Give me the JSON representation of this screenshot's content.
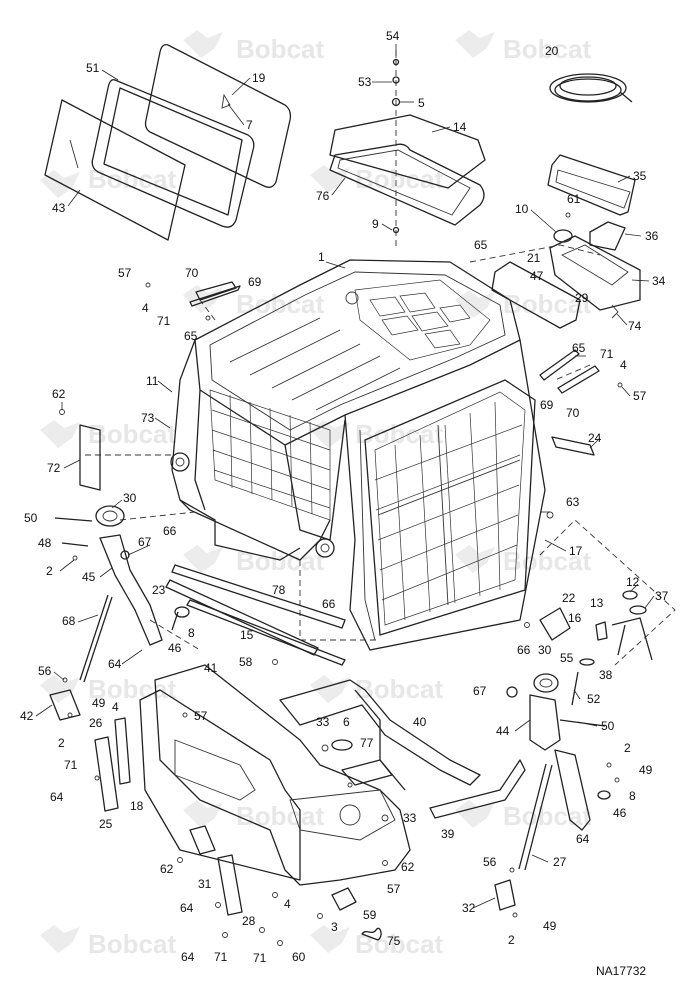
{
  "brand_watermark": "Bobcat",
  "drawing_ref": "NA17732",
  "callouts": [
    "1",
    "2",
    "3",
    "4",
    "5",
    "6",
    "7",
    "8",
    "9",
    "10",
    "11",
    "12",
    "13",
    "14",
    "15",
    "16",
    "17",
    "18",
    "19",
    "20",
    "21",
    "22",
    "23",
    "24",
    "25",
    "26",
    "27",
    "28",
    "29",
    "30",
    "31",
    "32",
    "33",
    "34",
    "35",
    "36",
    "37",
    "38",
    "39",
    "40",
    "41",
    "42",
    "43",
    "44",
    "45",
    "46",
    "47",
    "48",
    "49",
    "50",
    "51",
    "52",
    "53",
    "54",
    "55",
    "56",
    "57",
    "58",
    "59",
    "60",
    "61",
    "62",
    "63",
    "64",
    "65",
    "66",
    "67",
    "68",
    "69",
    "70",
    "71",
    "72",
    "73",
    "74",
    "75",
    "76",
    "77",
    "78"
  ]
}
